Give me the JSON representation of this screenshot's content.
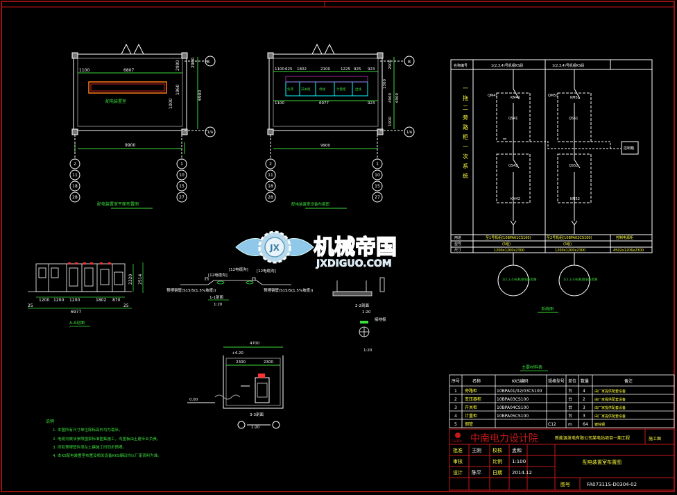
{
  "watermark": {
    "title": "机械帝国",
    "url": "JXDIGUO.COM",
    "logo_text": "JX"
  },
  "plan1": {
    "dims_top": [
      "1100",
      "6807"
    ],
    "dims_side": [
      "2900",
      "6900",
      "1960",
      "2900",
      "1000"
    ],
    "dim_bottom": "9900",
    "axis_right": [
      "B",
      "1/A"
    ],
    "axis_left": [
      "2",
      "11",
      "18",
      "28"
    ],
    "axis_right_col": [
      "1",
      "10",
      "15",
      "27"
    ],
    "box_label": "配电装置室",
    "caption": "配电装置室平面布置图"
  },
  "plan2": {
    "dims_top": [
      "1100",
      "625",
      "1802",
      "2100",
      "1225",
      "925",
      "923"
    ],
    "dims_mid": [
      "1100",
      "6977",
      "923"
    ],
    "dims_side": [
      "2900",
      "6900",
      "4900",
      "1300",
      "1900"
    ],
    "dim_bottom": "9900",
    "axis_right": [
      "B",
      "1/A"
    ],
    "axis_left": [
      "2",
      "11",
      "18",
      "28"
    ],
    "axis_right_col": [
      "1",
      "10",
      "15",
      "27"
    ],
    "cells": [
      "负荷",
      "开关柜",
      "母线",
      "计量柜",
      "出线"
    ],
    "caption": "配电装置室设备布置图"
  },
  "elevation": {
    "dims": [
      "1200",
      "1200",
      "1200",
      "1802",
      "870"
    ],
    "total": "6977",
    "heights": [
      "2320",
      "2514"
    ],
    "side": [
      "25",
      "25"
    ],
    "caption": "A-A剖面"
  },
  "sections": {
    "cable1": "[12电缆沟]",
    "cable2": "[12电缆沟]",
    "cable3": "[12电缆沟]",
    "pipe1": "预埋钢管(S15/S(1.5%坡度))",
    "pipe2": "预埋钢管(S15/S(1.5%坡度))",
    "sec1_title": "1-1剖面",
    "sec1_scale": "1:20",
    "sec2_title": "2-2剖面",
    "sec2_scale": "1:20",
    "sec3_title": "3-3剖面",
    "sec3_scale": "1:20",
    "sec3_dims": [
      "4700",
      "2300",
      "2300"
    ],
    "sec3_level": "+4.20",
    "ground_level": "0.00",
    "detail_label": "接地极",
    "detail_scale": "1:20"
  },
  "single_line": {
    "header": [
      "名称编号",
      "1(2,3,4)号机组KS段",
      "1(2,3,4)号机组KS段"
    ],
    "vertical_title": "一拖二旁路柜一次系统",
    "breakers_left": [
      "QM41",
      "KM41",
      "QS41",
      "QS42",
      "KM42"
    ],
    "breakers_right": [
      "QM51",
      "KM51",
      "QS51",
      "QS52",
      "KM52"
    ],
    "control_box": "控制箱",
    "rows": [
      [
        "用途",
        "至1号机组(10BPA01CS100)",
        "至2号机组(10BPA02CS100)",
        "控制电源柜"
      ],
      [
        "型号",
        "(5组)",
        "(5组)",
        ""
      ],
      [
        "尺寸",
        "1200x1200x2300",
        "1200x1200x2300",
        "4502x1206x2300"
      ]
    ],
    "motor_left": "1(2,3,4)号机组低压旁路",
    "motor_right": "1(2,3,4)号机组低压旁路",
    "caption": "系统图"
  },
  "bom": {
    "title": "主要材料表",
    "headers": [
      "序号",
      "名称",
      "KKS编码",
      "规格型号",
      "单位",
      "数量",
      "备注"
    ],
    "rows": [
      [
        "1",
        "旁路柜",
        "10BPA01/02/03CS100",
        "",
        "台",
        "4",
        "由厂家提供配套设备"
      ],
      [
        "2",
        "变压器柜",
        "10BPA03CS100",
        "",
        "台",
        "2",
        "由厂家提供配套设备"
      ],
      [
        "3",
        "开关柜",
        "10BPA04CS100",
        "",
        "台",
        "3",
        "由厂家提供配套设备"
      ],
      [
        "4",
        "计量柜",
        "10BPA05CS100",
        "",
        "台",
        "3",
        "由厂家提供配套设备"
      ],
      [
        "5",
        "钢管",
        "",
        "C12",
        "m",
        "64",
        "镀锌钢"
      ]
    ]
  },
  "notes": {
    "title": "说明",
    "items": [
      "1. 本图所有尺寸单位除标高外均为毫米。",
      "2. 电缆沟做法参照国家标准图集施工，沟盖板由土建专业负责。",
      "3. 所有预埋管件须在土建施工时同步预埋。",
      "4. 本KS配电装置室布置及相关设备KKS编码均以厂家资料为准。"
    ]
  },
  "title_block": {
    "company": "中南电力设计院",
    "company_small": "CSEPDI",
    "project": "新能源发电有限公司某电站项目一期工程",
    "stage": "施工图",
    "rows": [
      [
        "批准",
        "王刚",
        "校核",
        "孟和"
      ],
      [
        "审核",
        "",
        "比例",
        "1:100"
      ],
      [
        "设计",
        "陈平",
        "日期",
        "2014.12"
      ]
    ],
    "drawing_name": "配电装置室布置图",
    "drawing_no_label": "图号",
    "drawing_no": "FA07311S-D0304-02"
  },
  "colors": {
    "line": "#ffffff",
    "green": "#3cdc3c",
    "cyan": "#00ffff",
    "yellow": "#ffff3c",
    "red": "#ff3030",
    "magenta": "#ff40ff",
    "orange": "#ff7a1a",
    "frame_red": "#c81818"
  }
}
